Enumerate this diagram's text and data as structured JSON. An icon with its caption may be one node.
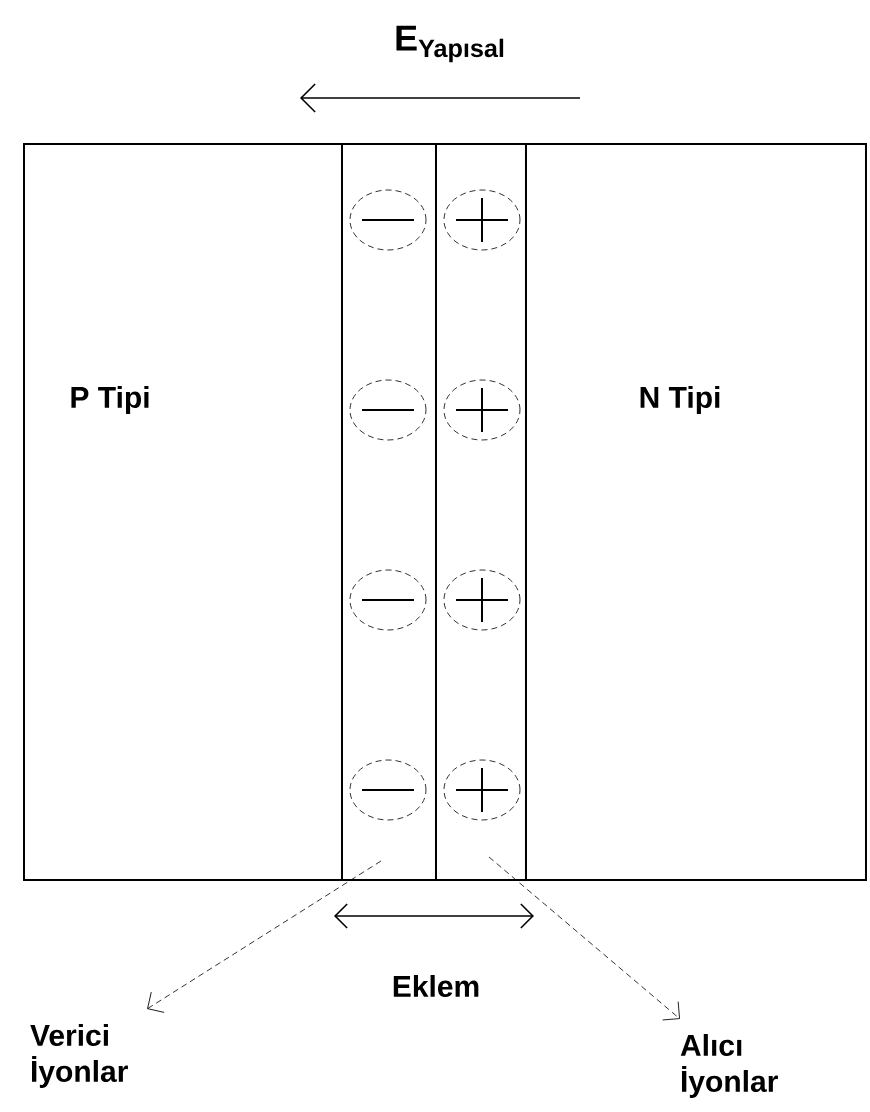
{
  "diagram": {
    "nodes": [
      {
        "text": [
          "P Tipi"
        ]
      },
      {
        "text": [
          "N Tipi"
        ]
      },
      {
        "text": [],
        "shape": "box"
      },
      {
        "text": [],
        "shape": "box"
      },
      {
        "text": [
          "Verici İyonlar"
        ]
      },
      {
        "text": [
          "Alıcı İyonlar"
        ]
      }
    ],
    "edges": [
      {
        "from": 2,
        "to": 4,
        "arrow": "to"
      },
      {
        "from": 3,
        "to": 5,
        "arrow": "to"
      }
    ],
    "labels": [
      "E$_{Yapısal}$",
      "Eklem"
    ]
  }
}
